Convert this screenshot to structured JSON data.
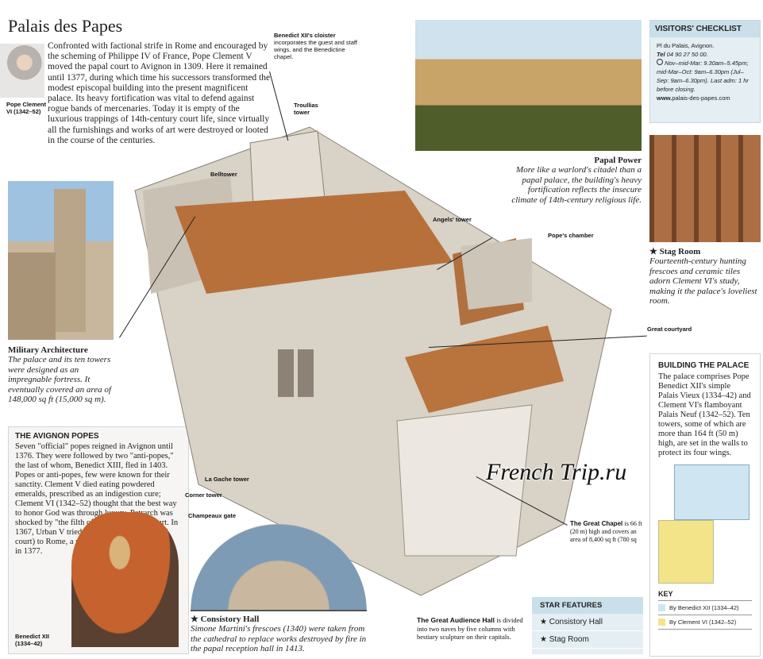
{
  "title": "Palais des Papes",
  "intro": "Confronted with factional strife in Rome and encouraged by the scheming of Philippe IV of France, Pope Clement V moved the papal court to Avignon in 1309. Here it remained until 1377, during which time his successors transformed the modest episcopal building into the present magnificent palace. Its heavy fortification was vital to defend against rogue bands of mercenaries. Today it is empty of the luxurious trappings of 14th-century court life, since virtually all the furnishings and works of art were destroyed or looted in the course of the centuries.",
  "portrait_caption": [
    "Pope Clement",
    "VI (1342–52)"
  ],
  "military": {
    "title": "Military Architecture",
    "text": "The palace and its ten towers were designed as an impregnable fortress. It eventually covered an area of 148,000 sq ft (15,000 sq m)."
  },
  "avignon_popes": {
    "title": "THE AVIGNON POPES",
    "text": "Seven \"official\" popes reigned in Avignon until 1376. They were followed by two \"anti-popes,\" the last of whom, Benedict XIII, fled in 1403. Popes or anti-popes, few were known for their sanctity. Clement V died eating powdered emeralds, prescribed as an indigestion cure; Clement VI (1342–52) thought that the best way to honor God was through luxury. Petrarch was shocked by \"the filth of the universe\" at court. In 1367, Urban V tried to return the Curia (papal court) to Rome, a move that became permanent in 1377.",
    "caption": [
      "Benedict XII",
      "(1334–42)"
    ]
  },
  "labels": {
    "cloister_bold": "Benedict XII's cloister",
    "cloister_text": "incorporates the guest and staff wings, and the Benedictine chapel.",
    "troullias": "Troullias tower",
    "belltower": "Belltower",
    "angels": "Angels' tower",
    "popes_chamber": "Pope's chamber",
    "great_courtyard": "Great courtyard",
    "la_gache": "La Gache tower",
    "corner": "Corner tower",
    "champeaux": "Champeaux gate",
    "chapel_bold": "The Great Chapel",
    "chapel_text": "is 66 ft (20 m) high and covers an area of 8,400 sq ft (780 sq",
    "audience_bold": "The Great Audience Hall",
    "audience_text": "is divided into two naves by five columns with bestiary sculpture on their capitals."
  },
  "consistory": {
    "title": "★ Consistory Hall",
    "text": "Simone Martini's frescoes (1340) were taken from the cathedral to replace works destroyed by fire in the papal reception hall in 1413."
  },
  "papal_power": {
    "title": "Papal Power",
    "text": "More like a warlord's citadel than a papal palace, the building's heavy fortification reflects the insecure climate of 14th-century religious life."
  },
  "stag_room": {
    "title": "★ Stag Room",
    "text": "Fourteenth-century hunting frescoes and ceramic tiles adorn Clement VI's study, making it the palace's loveliest room."
  },
  "visitors": {
    "title": "VISITORS' CHECKLIST",
    "address": "Pl du Palais, Avignon.",
    "tel_label": "Tel",
    "tel": "04 90 27 50 00.",
    "hours": "Nov–mid-Mar: 9.30am–5.45pm; mid-Mar–Oct: 9am–6.30pm (Jul–Sep: 9am–6.30pm). Last adm: 1 hr before closing.",
    "web_prefix": "www.",
    "web": "palais-des-papes.com"
  },
  "building": {
    "title": "BUILDING THE PALACE",
    "text": "The palace comprises Pope Benedict XII's simple Palais Vieux (1334–42) and Clement VI's flamboyant Palais Neuf (1342–52). Ten towers, some of which are more than 164 ft (50 m) high, are set in the walls to protect its four wings.",
    "key_title": "KEY",
    "key": [
      {
        "label": "By Benedict XII (1334–42)",
        "color": "#cfe6f2"
      },
      {
        "label": "By Clement VI (1342–52)",
        "color": "#f3e48a"
      }
    ]
  },
  "star_features": {
    "title": "STAR FEATURES",
    "items": [
      "★  Consistory Hall",
      "★  Stag Room"
    ]
  },
  "watermark": "French Trip.ru"
}
